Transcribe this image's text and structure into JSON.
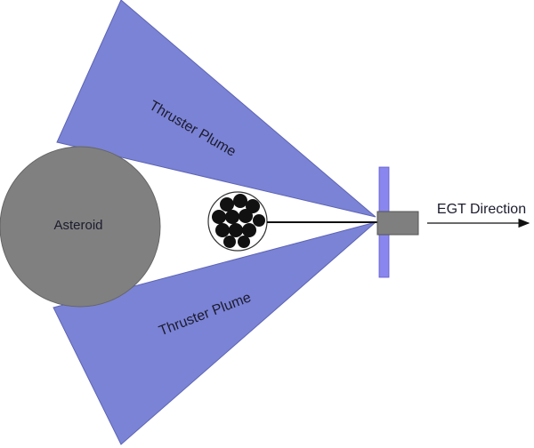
{
  "labels": {
    "plume_upper": "Thruster Plume",
    "plume_lower": "Thruster Plume",
    "asteroid": "Asteroid",
    "direction": "EGT Direction"
  },
  "colors": {
    "plume": "#7b83d6",
    "asteroid": "#808080",
    "spacecraft_body": "#7f7f7f",
    "solar_panel": "#8a86f0",
    "boulder": "#111111",
    "line": "#111111"
  }
}
